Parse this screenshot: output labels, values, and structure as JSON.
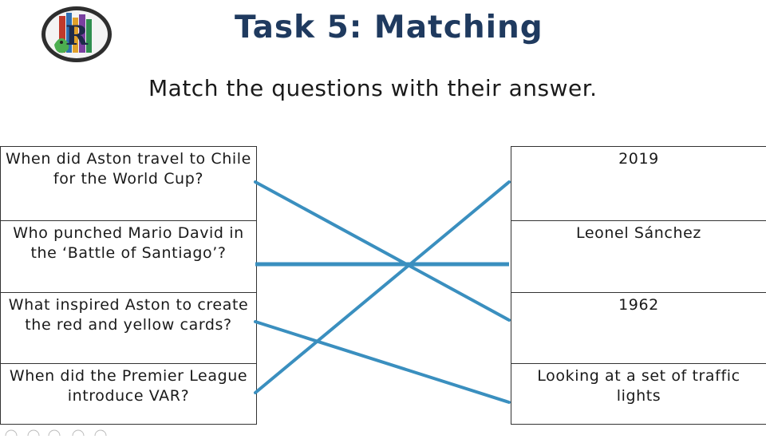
{
  "header": {
    "logo_letter": "R",
    "title": "Task 5: Matching",
    "instructions": "Match the questions with their answer."
  },
  "colors": {
    "title": "#1f3a5f",
    "connector": "#3a8fbf",
    "border": "#333333"
  },
  "questions": [
    "When did Aston travel to Chile for the World Cup?",
    "Who punched Mario David in the ‘Battle of Santiago’?",
    "What inspired Aston to create the red and yellow cards?",
    "When did the Premier League introduce VAR?"
  ],
  "answers": [
    "2019",
    "Leonel Sánchez",
    "1962",
    "Looking at a set of traffic lights"
  ],
  "matches": [
    {
      "question": 1,
      "answer": 3
    },
    {
      "question": 2,
      "answer": 2
    },
    {
      "question": 3,
      "answer": 4
    },
    {
      "question": 4,
      "answer": 1
    }
  ]
}
